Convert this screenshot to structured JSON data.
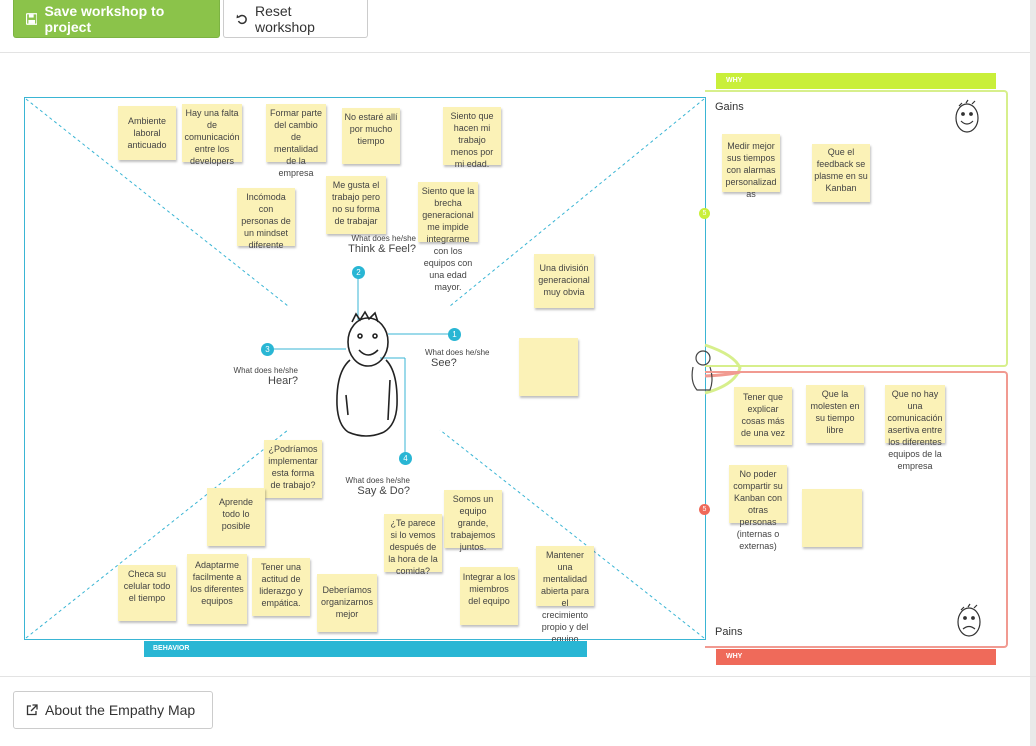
{
  "toolbar": {
    "save_label": "Save workshop to project",
    "reset_label": "Reset workshop",
    "save_icon": "floppy-disk-icon",
    "reset_icon": "undo-icon"
  },
  "footer": {
    "about_label": "About the Empathy Map",
    "about_icon": "external-link-icon"
  },
  "colors": {
    "save_button": "#8bc34a",
    "map_border": "#3ab5d4",
    "behavior_bar": "#29b6d4",
    "gains_bar": "#c9ef3a",
    "pains_bar": "#ef6a5a",
    "sticky_note": "#fbf2b7"
  },
  "map": {
    "questions": {
      "think_feel": {
        "number": "2",
        "small": "What does he/she",
        "big": "Think & Feel?"
      },
      "see": {
        "number": "1",
        "small": "What does he/she",
        "big": "See?"
      },
      "hear": {
        "number": "3",
        "small": "What does he/she",
        "big": "Hear?"
      },
      "say_do": {
        "number": "4",
        "small": "What does he/she",
        "big": "Say & Do?"
      }
    },
    "behavior_label": "BEHAVIOR",
    "think_feel_notes": [
      "Ambiente laboral anticuado",
      "Hay una falta de comunicación entre los developers",
      "Formar parte del cambio de mentalidad de la empresa",
      "No estaré allí por mucho tiempo",
      "Siento que hacen mi trabajo menos por mi edad.",
      "Incómoda con personas de un mindset diferente",
      "Me gusta el trabajo pero no su forma de trabajar",
      "Siento que la brecha generacional me impide integrarme con los equipos con una edad mayor."
    ],
    "see_notes": [
      "Una división generacional muy obvia",
      ""
    ],
    "say_do_notes": [
      "¿Podríamos implementar esta forma de trabajo?",
      "Aprende todo lo posible",
      "Somos un equipo grande, trabajemos juntos.",
      "¿Te parece si lo vemos después de la hora de la comida?",
      "Mantener una mentalidad abierta para el crecimiento propio y del equipo",
      "Checa su celular todo el tiempo",
      "Adaptarme facilmente a los diferentes equipos",
      "Tener una actitud de liderazgo y empática.",
      "Deberíamos organizarnos mejor",
      "Integrar a los miembros del equipo"
    ]
  },
  "gains": {
    "why_label": "WHY",
    "title": "Gains",
    "number": "5",
    "face_icon": "happy-face-icon",
    "notes": [
      "Medir mejor sus tiempos con alarmas personalizadas",
      "Que el feedback se plasme en su Kanban"
    ]
  },
  "pains": {
    "why_label": "WHY",
    "title": "Pains",
    "number": "5",
    "face_icon": "worried-face-icon",
    "notes": [
      "Tener que explicar cosas más de una vez",
      "Que la molesten en su tiempo libre",
      "Que no hay una comunicación asertiva entre los diferentes equipos de la empresa",
      "No poder compartir su Kanban con otras personas (internas o externas)",
      ""
    ]
  }
}
